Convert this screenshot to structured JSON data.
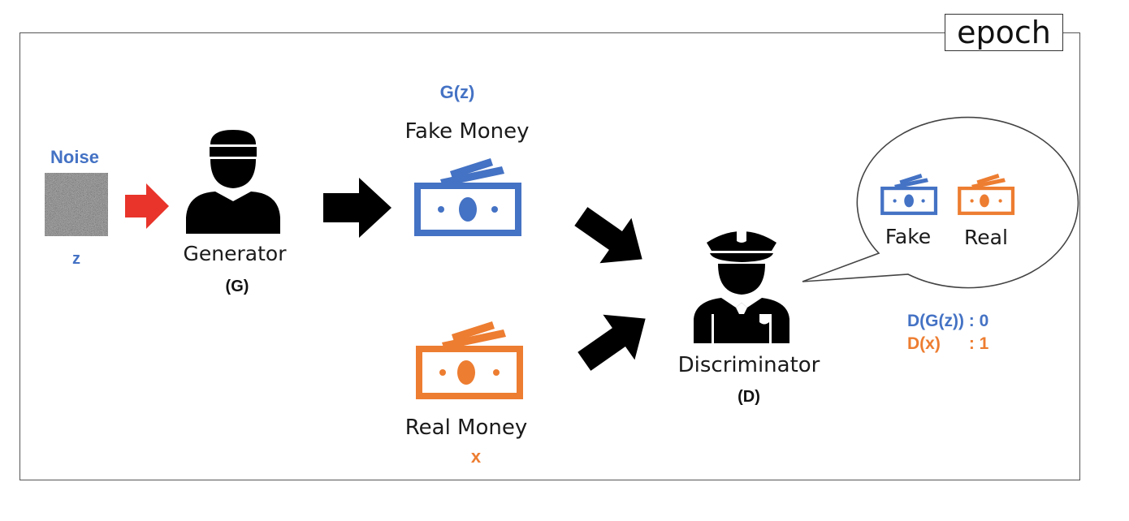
{
  "epoch_label": "epoch",
  "noise": {
    "title": "Noise",
    "symbol": "z"
  },
  "generator": {
    "name": "Generator",
    "symbol": "(G)"
  },
  "fake_money": {
    "formula": "G(z)",
    "label": "Fake Money"
  },
  "real_money": {
    "label": "Real Money",
    "symbol": "x"
  },
  "discriminator": {
    "name": "Discriminator",
    "symbol": "(D)"
  },
  "speech_bubble": {
    "fake_label": "Fake",
    "real_label": "Real"
  },
  "results": {
    "fake_line": "D(G(z)) : 0",
    "real_line": "D(x)      : 1"
  },
  "colors": {
    "blue": "#4472c4",
    "orange": "#ed7d31",
    "red_arrow": "#e8342a",
    "black": "#000000"
  }
}
